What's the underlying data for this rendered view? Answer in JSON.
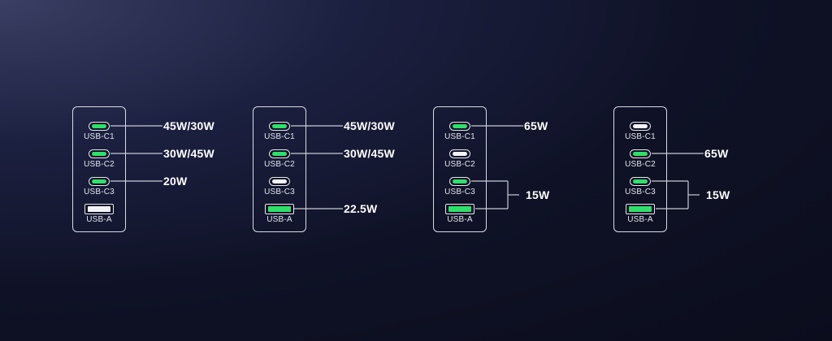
{
  "chargers": [
    {
      "ports": [
        {
          "label": "USB-C1",
          "type": "c",
          "active": true,
          "power": "45W/30W"
        },
        {
          "label": "USB-C2",
          "type": "c",
          "active": true,
          "power": "30W/45W"
        },
        {
          "label": "USB-C3",
          "type": "c",
          "active": true,
          "power": "20W"
        },
        {
          "label": "USB-A",
          "type": "a",
          "active": false,
          "power": ""
        }
      ],
      "shared_power": ""
    },
    {
      "ports": [
        {
          "label": "USB-C1",
          "type": "c",
          "active": true,
          "power": "45W/30W"
        },
        {
          "label": "USB-C2",
          "type": "c",
          "active": true,
          "power": "30W/45W"
        },
        {
          "label": "USB-C3",
          "type": "c",
          "active": false,
          "power": ""
        },
        {
          "label": "USB-A",
          "type": "a",
          "active": true,
          "power": "22.5W"
        }
      ],
      "shared_power": ""
    },
    {
      "ports": [
        {
          "label": "USB-C1",
          "type": "c",
          "active": true,
          "power": "65W"
        },
        {
          "label": "USB-C2",
          "type": "c",
          "active": false,
          "power": ""
        },
        {
          "label": "USB-C3",
          "type": "c",
          "active": true,
          "power": ""
        },
        {
          "label": "USB-A",
          "type": "a",
          "active": true,
          "power": ""
        }
      ],
      "shared_power": "15W"
    },
    {
      "ports": [
        {
          "label": "USB-C1",
          "type": "c",
          "active": false,
          "power": ""
        },
        {
          "label": "USB-C2",
          "type": "c",
          "active": true,
          "power": "65W"
        },
        {
          "label": "USB-C3",
          "type": "c",
          "active": true,
          "power": ""
        },
        {
          "label": "USB-A",
          "type": "a",
          "active": true,
          "power": ""
        }
      ],
      "shared_power": "15W"
    }
  ],
  "colors": {
    "active": "#2ee06a",
    "inactive": "#f2f3f7",
    "outline": "#d8dbe6",
    "background": "#0f1226"
  }
}
